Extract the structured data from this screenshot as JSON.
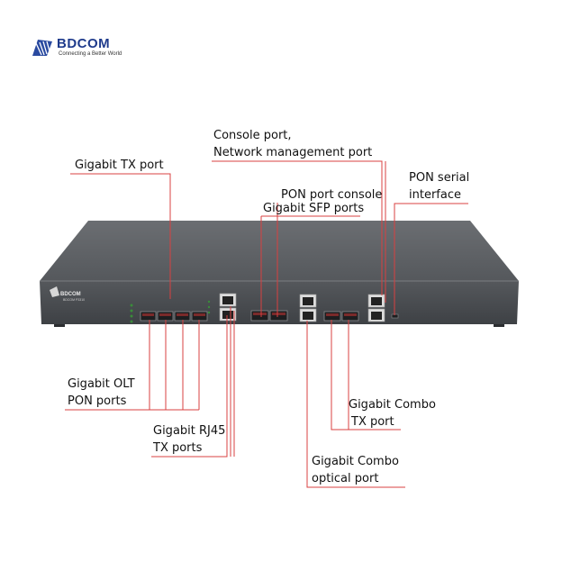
{
  "brand": {
    "name": "BDCOM",
    "tagline": "Connecting a Better World"
  },
  "labels": {
    "console_port_1": "Console port,",
    "console_port_2": "Network management port",
    "gigabit_tx": "Gigabit TX port",
    "pon_console": "PON port console",
    "gigabit_sfp": "Gigabit SFP ports",
    "pon_serial_1": "PON serial",
    "pon_serial_2": "interface",
    "olt_pon_1": "Gigabit OLT",
    "olt_pon_2": "PON ports",
    "rj45_tx_1": "Gigabit RJ45",
    "rj45_tx_2": "TX ports",
    "combo_tx_1": "Gigabit Combo",
    "combo_tx_2": "TX port",
    "combo_opt_1": "Gigabit Combo",
    "combo_opt_2": "optical port"
  },
  "device": {
    "brand": "BDCOM",
    "model": "BDCOM P3310"
  },
  "colors": {
    "leader_line": "#d94040",
    "chassis_top": "#5a5d61",
    "chassis_front": "#4a4d51",
    "brand_blue": "#1f3b8c"
  }
}
